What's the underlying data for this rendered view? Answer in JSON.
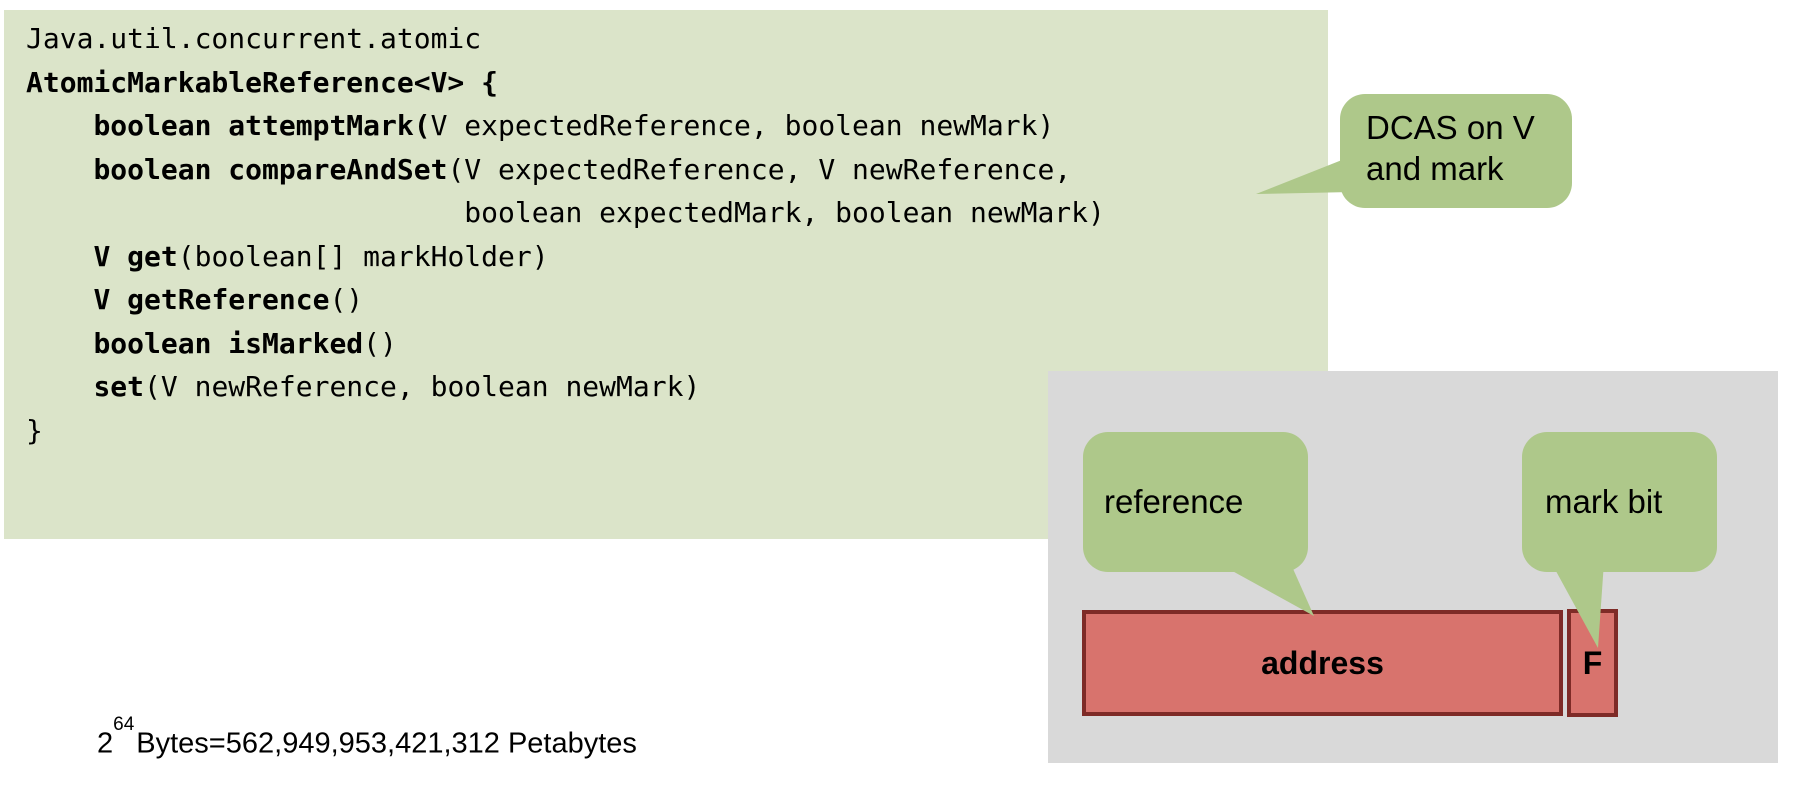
{
  "code_block": {
    "lines": [
      [
        {
          "text": "Java.util.concurrent.atomic",
          "bold": false
        }
      ],
      [
        {
          "text": "AtomicMarkableReference<V> {",
          "bold": true
        }
      ],
      [
        {
          "text": "    ",
          "bold": false
        },
        {
          "text": "boolean attemptMark(",
          "bold": true
        },
        {
          "text": "V expectedReference, boolean newMark)",
          "bold": false
        }
      ],
      [
        {
          "text": "    ",
          "bold": false
        },
        {
          "text": "boolean compareAndSet",
          "bold": true
        },
        {
          "text": "(V expectedReference, V newReference,",
          "bold": false
        }
      ],
      [
        {
          "text": "                          boolean expectedMark, boolean newMark)",
          "bold": false
        }
      ],
      [
        {
          "text": "    ",
          "bold": false
        },
        {
          "text": "V get",
          "bold": true
        },
        {
          "text": "(boolean[] markHolder)",
          "bold": false
        }
      ],
      [
        {
          "text": "    ",
          "bold": false
        },
        {
          "text": "V getReference",
          "bold": true
        },
        {
          "text": "()",
          "bold": false
        }
      ],
      [
        {
          "text": "    ",
          "bold": false
        },
        {
          "text": "boolean isMarked",
          "bold": true
        },
        {
          "text": "()",
          "bold": false
        }
      ],
      [
        {
          "text": "    ",
          "bold": false
        },
        {
          "text": "set",
          "bold": true
        },
        {
          "text": "(V newReference, boolean newMark)",
          "bold": false
        }
      ],
      [
        {
          "text": "}",
          "bold": false
        }
      ]
    ]
  },
  "callouts": {
    "dcas": {
      "line1": "DCAS on V",
      "line2": "and mark"
    },
    "reference": {
      "label": "reference"
    },
    "mark_bit": {
      "label": "mark bit"
    }
  },
  "memory_diagram": {
    "address_label": "address",
    "mark_flag": "F"
  },
  "footnote": {
    "base": "2",
    "exponent": "64",
    "rest": "Bytes=562,949,953,421,312 Petabytes"
  },
  "colors": {
    "code_bg": "#dbe4c9",
    "bubble_green": "#aec88a",
    "panel_gray": "#d9d9d9",
    "box_red_fill": "#d8736d",
    "box_red_border": "#7e2b27",
    "text": "#000000",
    "slide_bg": "#ffffff"
  }
}
